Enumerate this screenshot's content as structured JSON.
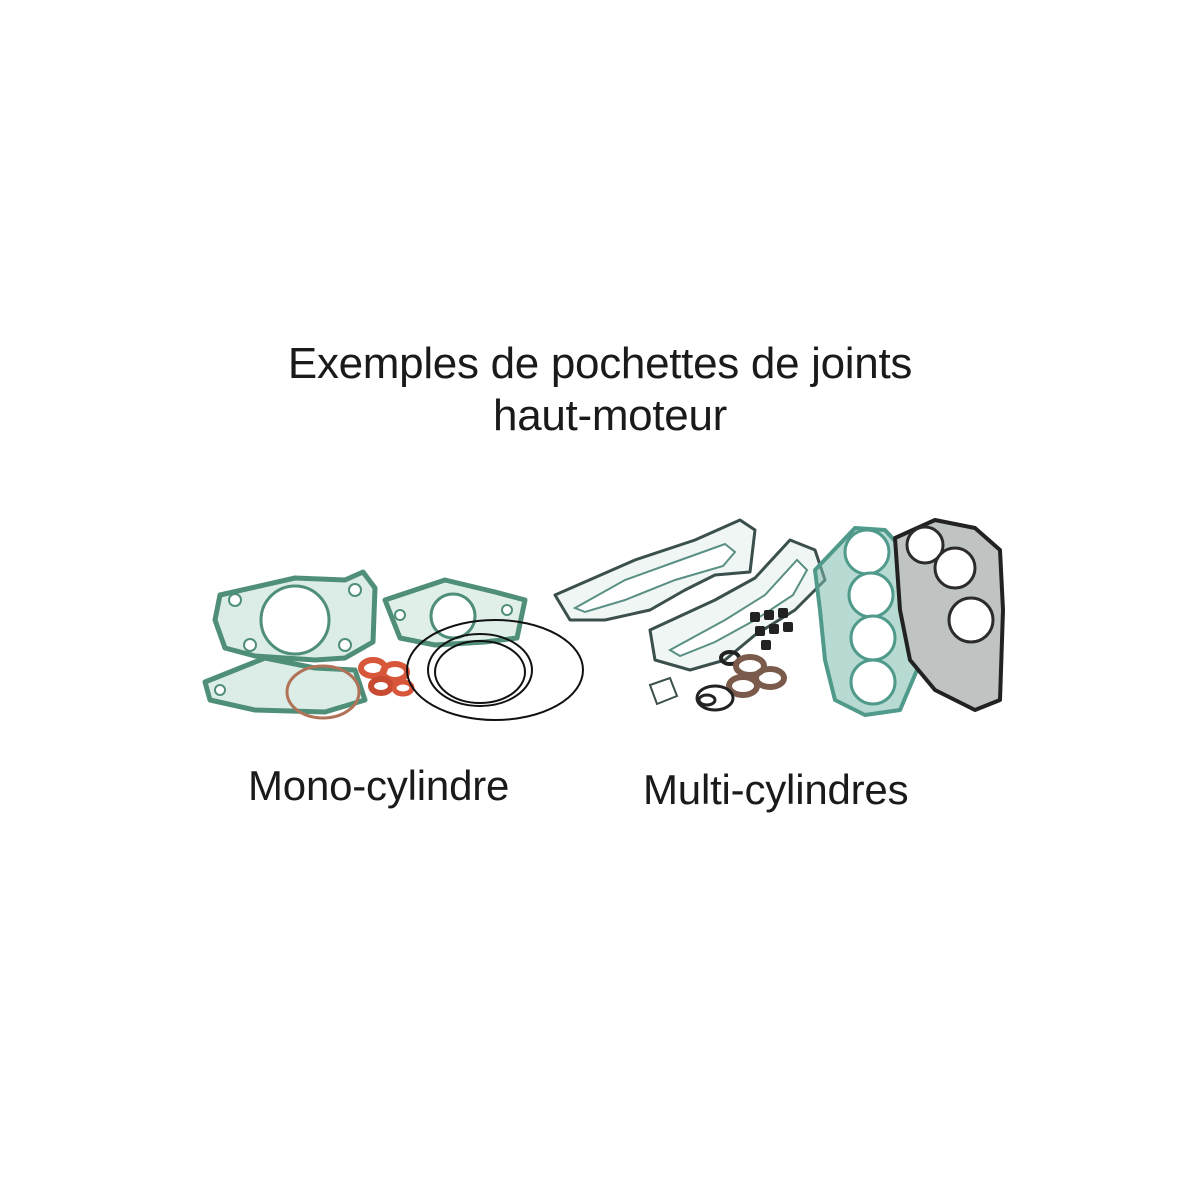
{
  "heading": {
    "line1": "Exemples de pochettes de joints",
    "line2": "haut-moteur"
  },
  "captions": {
    "mono": "Mono-cylindre",
    "multi": "Multi-cylindres"
  },
  "colors": {
    "background": "#ffffff",
    "text": "#1a1a1a",
    "gasket_green": "#5f9e86",
    "gasket_teal": "#6fb5a6",
    "gasket_dark": "#2b2b2b",
    "seal_orange": "#d8573a",
    "oring_black": "#111111"
  }
}
